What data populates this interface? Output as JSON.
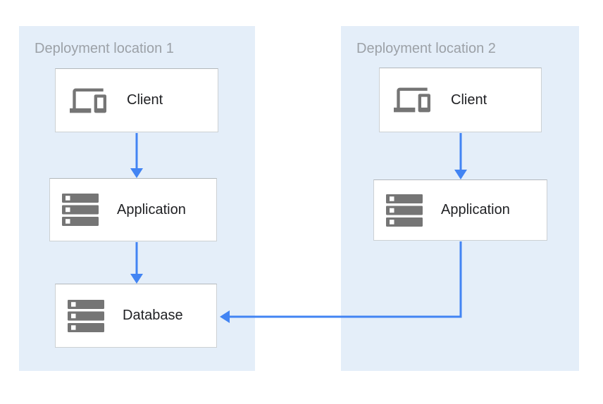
{
  "diagram": {
    "type": "architecture-diagram",
    "colors": {
      "panel_bg": "#E4EEF9",
      "node_bg": "#FFFFFF",
      "node_border": "#CCD0D3",
      "arrow": "#4284F3",
      "icon": "#757575",
      "panel_title_text": "#9CA1A7",
      "node_label_text": "#202124"
    },
    "panels": [
      {
        "title": "Deployment location 1",
        "nodes": [
          {
            "label": "Client",
            "icon": "devices-icon"
          },
          {
            "label": "Application",
            "icon": "server-stack-icon"
          },
          {
            "label": "Database",
            "icon": "server-stack-icon"
          }
        ]
      },
      {
        "title": "Deployment location 2",
        "nodes": [
          {
            "label": "Client",
            "icon": "devices-icon"
          },
          {
            "label": "Application",
            "icon": "server-stack-icon"
          }
        ]
      }
    ],
    "connections": [
      {
        "from": "location1.client",
        "to": "location1.application"
      },
      {
        "from": "location1.application",
        "to": "location1.database"
      },
      {
        "from": "location2.client",
        "to": "location2.application"
      },
      {
        "from": "location2.application",
        "to": "location1.database"
      }
    ]
  }
}
